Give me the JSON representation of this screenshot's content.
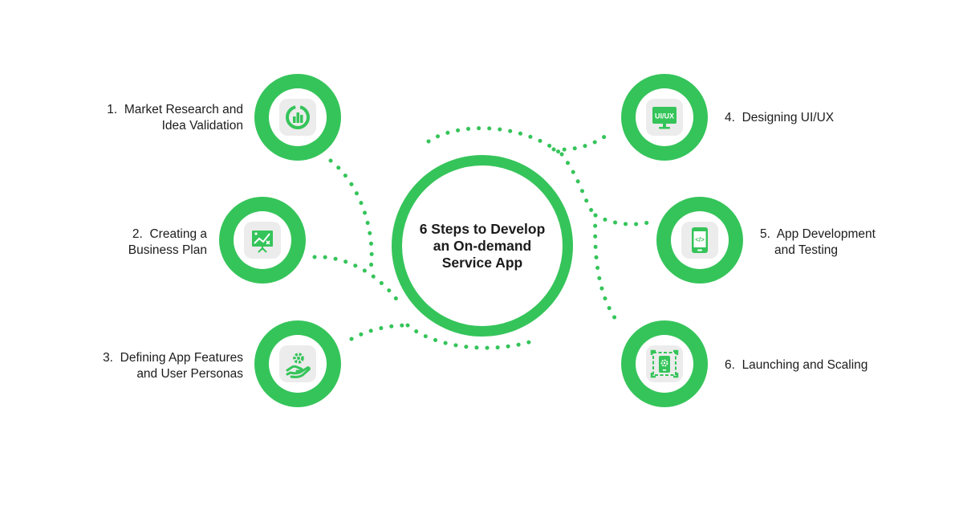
{
  "center": {
    "title_lines": [
      "6 Steps to Develop",
      "an On-demand",
      "Service App"
    ]
  },
  "steps": [
    {
      "number": "1.",
      "lines": [
        "Market Research and",
        "Idea Validation"
      ],
      "icon": "market-research-chart-icon"
    },
    {
      "number": "2.",
      "lines": [
        "Creating a",
        "Business Plan"
      ],
      "icon": "presentation-board-icon"
    },
    {
      "number": "3.",
      "lines": [
        "Defining App Features",
        "and User Personas"
      ],
      "icon": "gear-hand-icon"
    },
    {
      "number": "4.",
      "lines": [
        "Designing UI/UX"
      ],
      "icon": "monitor-uiux-icon",
      "icon_text": "UI/UX"
    },
    {
      "number": "5.",
      "lines": [
        "App Development",
        "and Testing"
      ],
      "icon": "mobile-code-icon",
      "icon_text": "</>"
    },
    {
      "number": "6.",
      "lines": [
        "Launching and Scaling"
      ],
      "icon": "scaling-phone-icon"
    }
  ],
  "colors": {
    "accent": "#35c45a",
    "icon_tile": "#ececec",
    "text": "#1c1c1c"
  }
}
